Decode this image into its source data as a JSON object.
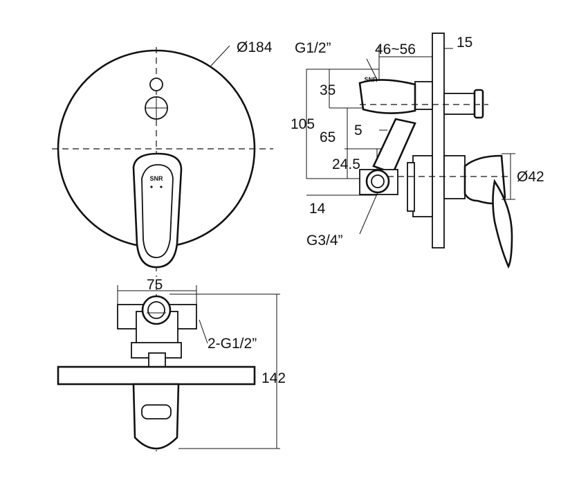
{
  "front_view": {
    "diameter_label": "Ø184",
    "brand_mark": "SNR"
  },
  "side_view": {
    "inlet_thread_label": "G1/2”",
    "wall_range_label": "46~56",
    "plate_thickness_label": "15",
    "height_label": "105",
    "upper_offset_label": "35",
    "lower_offset_label": "65",
    "gap_label": "5",
    "outlet_offset_label": "24.5",
    "handle_diameter_label": "Ø42",
    "bottom_offset_label": "14",
    "outlet_thread_label": "G3/4”",
    "brand_mark": "SNR"
  },
  "bottom_view": {
    "width_label": "75",
    "inlet_threads_label": "2-G1/2”",
    "depth_label": "142"
  }
}
